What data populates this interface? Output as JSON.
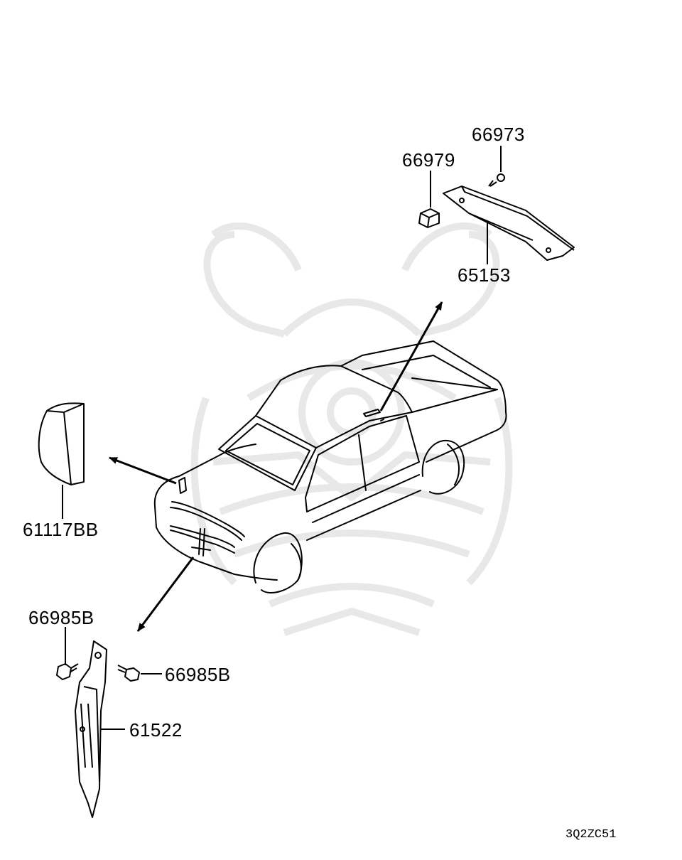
{
  "parts": {
    "p66973": "66973",
    "p66979": "66979",
    "p65153": "65153",
    "p61117BB": "61117BB",
    "p66985B_left": "66985B",
    "p66985B_right": "66985B",
    "p61522": "61522"
  },
  "diagram_code": "3Q2ZC51",
  "colors": {
    "line": "#000000",
    "watermark": "#e6e6e6"
  }
}
